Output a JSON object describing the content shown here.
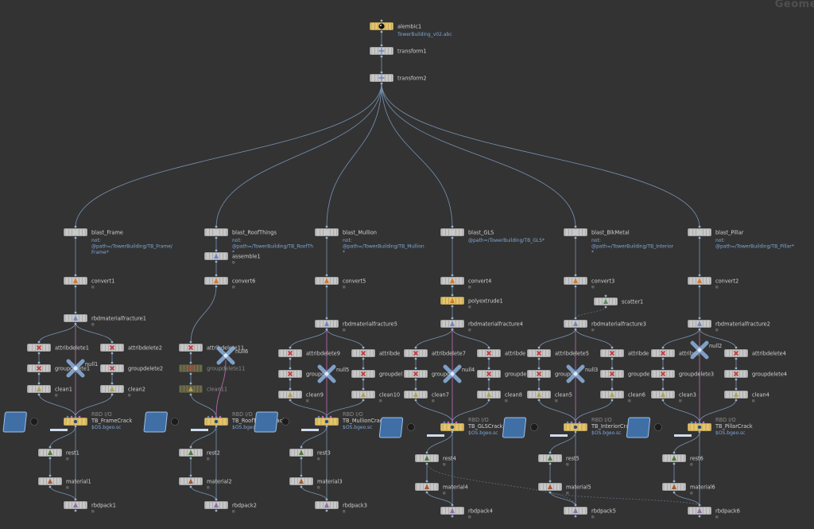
{
  "context_title": "Geome",
  "icons": {
    "file-node": "alembic-file-icon",
    "transform": "transform-arrows-icon",
    "blast": "blast-scissors-icon",
    "convert": "convert-icon",
    "fracture": "fracture-icon",
    "delete": "red-x-delete-icon",
    "clean": "brush-icon",
    "null": "null-cross-icon",
    "rbdio": "rbd-io-icon",
    "rest": "rest-sphere-icon",
    "material": "material-ball-icon",
    "pack": "pack-icon"
  },
  "colors": {
    "background": "#333333",
    "wire": "#7793b4",
    "wire_pink": "#c36bb7",
    "node_yellow": "#e4c56b",
    "node_gray": "#c8c8c8",
    "label_blue": "#7fa7d6"
  },
  "nodes": [
    {
      "id": "alembic1",
      "label": "alembic1",
      "sub": "TowerBuilding_v02.abc",
      "type": "file",
      "color": "yellow"
    },
    {
      "id": "transform1",
      "label": "transform1",
      "type": "transform"
    },
    {
      "id": "transform2",
      "label": "transform2",
      "type": "transform"
    },
    {
      "id": "blast_Frame",
      "label": "blast_Frame",
      "sub": "not:\n@path=/TowerBuilding/TB_Frame/\nFrame*",
      "type": "blast"
    },
    {
      "id": "convert1",
      "label": "convert1",
      "type": "convert"
    },
    {
      "id": "rbdmaterialfracture1",
      "label": "rbdmaterialfracture1",
      "type": "fracture"
    },
    {
      "id": "attribdelete1",
      "label": "attribdelete1",
      "type": "delete"
    },
    {
      "id": "attribdelete2",
      "label": "attribdelete2",
      "type": "delete"
    },
    {
      "id": "groupdelete1",
      "label": "groupdelete1",
      "type": "delete"
    },
    {
      "id": "null1",
      "label": "null1",
      "type": "null"
    },
    {
      "id": "groupdelete2",
      "label": "groupdelete2",
      "type": "delete"
    },
    {
      "id": "clean1",
      "label": "clean1",
      "type": "clean"
    },
    {
      "id": "clean2",
      "label": "clean2",
      "type": "clean"
    },
    {
      "id": "TB_FrameCrack",
      "label": "TB_FrameCrack",
      "kind": "RBD I/O",
      "sub": "$OS.bgeo.sc",
      "type": "rbdio",
      "color": "yellow"
    },
    {
      "id": "rest1",
      "label": "rest1",
      "type": "rest"
    },
    {
      "id": "material1",
      "label": "material1",
      "type": "material"
    },
    {
      "id": "rbdpack1",
      "label": "rbdpack1",
      "type": "pack"
    },
    {
      "id": "blast_RoofThings",
      "label": "blast_RoofThings",
      "sub": "not:\n@path=/TowerBuilding/TB_RoofTh\n*",
      "type": "blast"
    },
    {
      "id": "assemble1",
      "label": "assemble1",
      "type": "fracture"
    },
    {
      "id": "convert6",
      "label": "convert6",
      "type": "convert"
    },
    {
      "id": "attribdelete11",
      "label": "attribdelete11",
      "type": "delete"
    },
    {
      "id": "null6",
      "label": "null6",
      "type": "null"
    },
    {
      "id": "groupdelete11",
      "label": "groupdelete11",
      "type": "delete",
      "bypass": true
    },
    {
      "id": "clean11",
      "label": "clean11",
      "type": "clean",
      "bypass": true
    },
    {
      "id": "TB_RoofThingsCrack",
      "label": "TB_RoofThingsCrack",
      "kind": "RBD I/O",
      "sub": "$OS.bgeo.sc",
      "type": "rbdio",
      "color": "yellow"
    },
    {
      "id": "rest2",
      "label": "rest2",
      "type": "rest"
    },
    {
      "id": "material2",
      "label": "material2",
      "type": "material"
    },
    {
      "id": "rbdpack2",
      "label": "rbdpack2",
      "type": "pack"
    },
    {
      "id": "blast_Mullion",
      "label": "blast_Mullion",
      "sub": "not:\n@path=/TowerBuilding/TB_Mullion\n*",
      "type": "blast"
    },
    {
      "id": "convert5",
      "label": "convert5",
      "type": "convert"
    },
    {
      "id": "rbdmaterialfracture5",
      "label": "rbdmaterialfracture5",
      "type": "fracture"
    },
    {
      "id": "attribdelete9",
      "label": "attribdelete9",
      "type": "delete"
    },
    {
      "id": "attribdelete10",
      "label": "attribde",
      "type": "delete"
    },
    {
      "id": "groupdelete9",
      "label": "groupde",
      "type": "delete"
    },
    {
      "id": "null5",
      "label": "null5",
      "type": "null"
    },
    {
      "id": "groupdelete10",
      "label": "groupdel",
      "type": "delete"
    },
    {
      "id": "clean9",
      "label": "clean9",
      "type": "clean"
    },
    {
      "id": "clean10",
      "label": "clean10",
      "type": "clean"
    },
    {
      "id": "TB_MullionCrack",
      "label": "TB_MullionCrack",
      "kind": "RBD I/O",
      "sub": "$OS.bgeo.sc",
      "type": "rbdio",
      "color": "yellow"
    },
    {
      "id": "rest3",
      "label": "rest3",
      "type": "rest"
    },
    {
      "id": "material3",
      "label": "material3",
      "type": "material"
    },
    {
      "id": "rbdpack3",
      "label": "rbdpack3",
      "type": "pack"
    },
    {
      "id": "blast_GLS",
      "label": "blast_GLS",
      "sub": "@path=/TowerBuilding/TB_GLS*",
      "type": "blast"
    },
    {
      "id": "convert4",
      "label": "convert4",
      "type": "convert"
    },
    {
      "id": "polyextrude1",
      "label": "polyextrude1",
      "type": "convert",
      "color": "yellow"
    },
    {
      "id": "rbdmaterialfracture4",
      "label": "rbdmaterialfracture4",
      "type": "fracture"
    },
    {
      "id": "attribdelete7",
      "label": "attribdelete7",
      "type": "delete"
    },
    {
      "id": "attribdelete8",
      "label": "attribde",
      "type": "delete"
    },
    {
      "id": "groupdelete7",
      "label": "groupde",
      "type": "delete"
    },
    {
      "id": "null4",
      "label": "null4",
      "type": "null"
    },
    {
      "id": "groupdelete8",
      "label": "groupde",
      "type": "delete"
    },
    {
      "id": "clean7",
      "label": "clean7",
      "type": "clean"
    },
    {
      "id": "clean8",
      "label": "clean8",
      "type": "clean"
    },
    {
      "id": "TB_GLSCrack",
      "label": "TB_GLSCrack",
      "kind": "RBD I/O",
      "sub": "$OS.bgeo.sc",
      "type": "rbdio",
      "color": "yellow"
    },
    {
      "id": "rest4",
      "label": "rest4",
      "type": "rest"
    },
    {
      "id": "material4",
      "label": "material4",
      "type": "material"
    },
    {
      "id": "rbdpack4",
      "label": "rbdpack4",
      "type": "pack"
    },
    {
      "id": "blast_BlkMetal",
      "label": "blast_BlkMetal",
      "sub": "not:\n@path=/TowerBuilding/TB_Interior\n*",
      "type": "blast"
    },
    {
      "id": "convert3",
      "label": "convert3",
      "type": "convert"
    },
    {
      "id": "scatter1",
      "label": "scatter1",
      "type": "scatter"
    },
    {
      "id": "rbdmaterialfracture3",
      "label": "rbdmaterialfracture3",
      "type": "fracture"
    },
    {
      "id": "attribdelete5",
      "label": "attribdelete5",
      "type": "delete"
    },
    {
      "id": "attribdelete6",
      "label": "attribde",
      "type": "delete"
    },
    {
      "id": "groupdelete5",
      "label": "groupde",
      "type": "delete"
    },
    {
      "id": "null3",
      "label": "null3",
      "type": "null"
    },
    {
      "id": "groupdelete6",
      "label": "groupde",
      "type": "delete"
    },
    {
      "id": "clean5",
      "label": "clean5",
      "type": "clean"
    },
    {
      "id": "clean6",
      "label": "clean6",
      "type": "clean"
    },
    {
      "id": "TB_InteriorCrack",
      "label": "TB_InteriorCrack",
      "kind": "RBD I/O",
      "sub": "$OS.bgeo.sc",
      "type": "rbdio",
      "color": "yellow"
    },
    {
      "id": "rest5",
      "label": "rest5",
      "type": "rest"
    },
    {
      "id": "material5",
      "label": "material5",
      "type": "material"
    },
    {
      "id": "rbdpack5",
      "label": "rbdpack5",
      "type": "pack"
    },
    {
      "id": "blast_Pillar",
      "label": "blast_Pillar",
      "sub": "not:\n@path=/TowerBuilding/TB_Pillar*",
      "type": "blast"
    },
    {
      "id": "convert2",
      "label": "convert2",
      "type": "convert"
    },
    {
      "id": "rbdmaterialfracture2",
      "label": "rbdmaterialfracture2",
      "type": "fracture"
    },
    {
      "id": "attribdelete3",
      "label": "attribde",
      "type": "delete"
    },
    {
      "id": "null2",
      "label": "null2",
      "type": "null"
    },
    {
      "id": "attribdelete4",
      "label": "attribdelete4",
      "type": "delete"
    },
    {
      "id": "groupdelete3",
      "label": "groupdelete3",
      "type": "delete"
    },
    {
      "id": "groupdelete4",
      "label": "groupdelete4",
      "type": "delete"
    },
    {
      "id": "clean3",
      "label": "clean3",
      "type": "clean"
    },
    {
      "id": "clean4",
      "label": "clean4",
      "type": "clean"
    },
    {
      "id": "TB_PillarCrack",
      "label": "TB_PillarCrack",
      "kind": "RBD I/O",
      "sub": "$OS.bgeo.sc",
      "type": "rbdio",
      "color": "yellow"
    },
    {
      "id": "rest6",
      "label": "rest6",
      "type": "rest"
    },
    {
      "id": "material6",
      "label": "material6",
      "type": "material"
    },
    {
      "id": "rbdpack6",
      "label": "rbdpack6",
      "type": "pack"
    }
  ]
}
